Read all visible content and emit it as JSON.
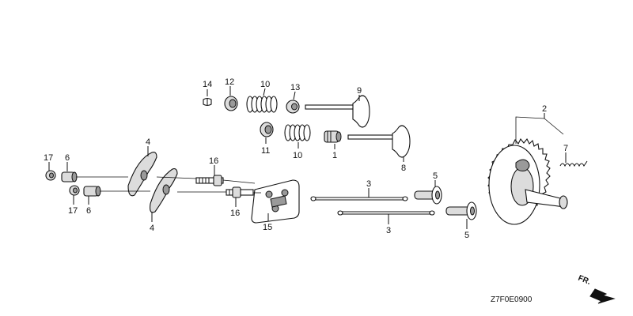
{
  "diagram": {
    "callouts": {
      "c1": "1",
      "c2": "2",
      "c3a": "3",
      "c3b": "3",
      "c4a": "4",
      "c4b": "4",
      "c5a": "5",
      "c5b": "5",
      "c6a": "6",
      "c6b": "6",
      "c7": "7",
      "c8": "8",
      "c9": "9",
      "c10a": "10",
      "c10b": "10",
      "c11": "11",
      "c12": "12",
      "c13": "13",
      "c14": "14",
      "c15": "15",
      "c16a": "16",
      "c16b": "16",
      "c17a": "17",
      "c17b": "17"
    },
    "direction_label": "FR.",
    "figure_code": "Z7F0E0900"
  }
}
